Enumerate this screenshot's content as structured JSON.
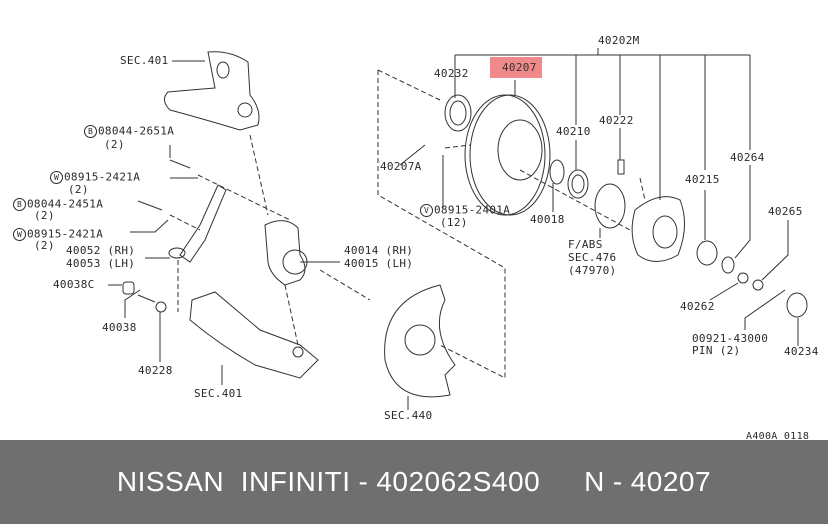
{
  "diagram": {
    "highlighted_part": "40207",
    "labels": {
      "sec401_top": "SEC.401",
      "b1_code": "08044-2651A",
      "b1_qty": "(2)",
      "w1_code": "08915-2421A",
      "w1_qty": "(2)",
      "b2_code": "08044-2451A",
      "b2_qty": "(2)",
      "w2_code": "08915-2421A",
      "w2_qty": "(2)",
      "p40052": "40052 (RH)",
      "p40053": "40053 (LH)",
      "p40038c": "40038C",
      "p40038": "40038",
      "p40228": "40228",
      "sec401_bottom": "SEC.401",
      "p40014": "40014 (RH)",
      "p40015": "40015 (LH)",
      "p40202m": "40202M",
      "p40232": "40232",
      "p40207": "40207",
      "p40210": "40210",
      "p40222": "40222",
      "p40264": "40264",
      "p40207a": "40207A",
      "p40215": "40215",
      "p40265": "40265",
      "v_code": "08915-2401A",
      "v_qty": "(12)",
      "p40018": "40018",
      "fabs": "F/ABS",
      "sec476": "SEC.476",
      "p47970": "(47970)",
      "p40262": "40262",
      "pin_code": "00921-43000",
      "pin_qty": "PIN (2)",
      "p40234": "40234",
      "sec440": "SEC.440",
      "drawing_id": "A400A 0118"
    },
    "markers": {
      "b": "B",
      "w": "W",
      "v": "V"
    }
  },
  "footer": {
    "brand": "NISSAN  INFINITI",
    "sep1": "-",
    "part_number": "402062S400",
    "ref_prefix": "N",
    "sep2": "-",
    "ref_number": "40207",
    "background": "#6f6f6f"
  }
}
